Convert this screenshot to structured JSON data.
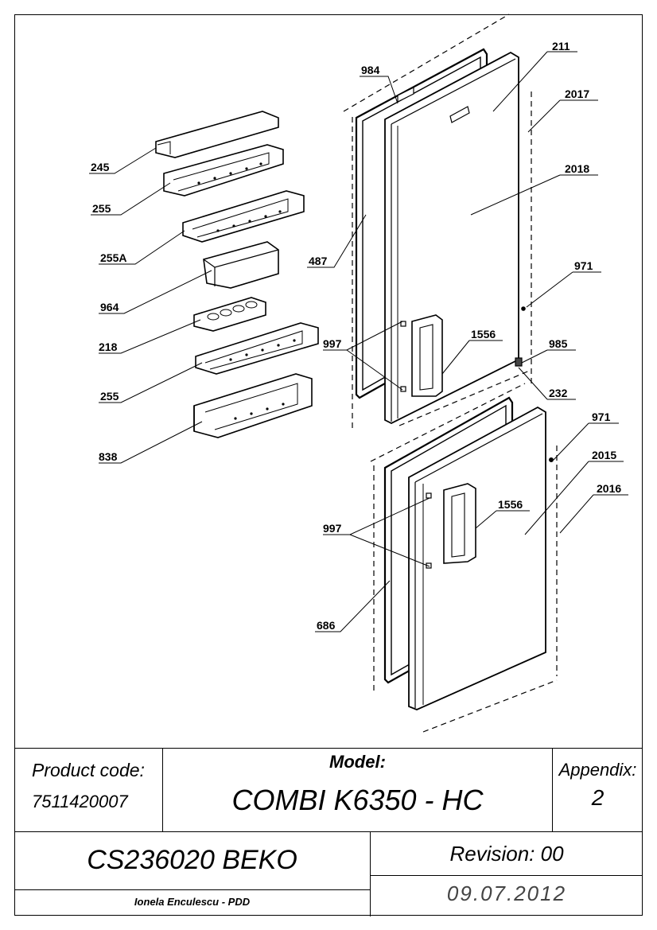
{
  "labels": {
    "l984": "984",
    "l211": "211",
    "l2017": "2017",
    "l2018": "2018",
    "l245": "245",
    "l255a": "255",
    "l255A": "255A",
    "l487": "487",
    "l964": "964",
    "l971a": "971",
    "l218": "218",
    "l997a": "997",
    "l1556a": "1556",
    "l985": "985",
    "l255b": "255",
    "l232": "232",
    "l838": "838",
    "l971b": "971",
    "l2015": "2015",
    "l2016": "2016",
    "l1556b": "1556",
    "l997b": "997",
    "l686": "686"
  },
  "title_block": {
    "product_code_label": "Product code:",
    "product_code": "7511420007",
    "model_label": "Model:",
    "model": "COMBI K6350 - HC",
    "appendix_label": "Appendix:",
    "appendix": "2",
    "document": "CS236020 BEKO",
    "revision": "Revision: 00",
    "author": "Ionela Enculescu - PDD",
    "date": "09.07.2012"
  }
}
